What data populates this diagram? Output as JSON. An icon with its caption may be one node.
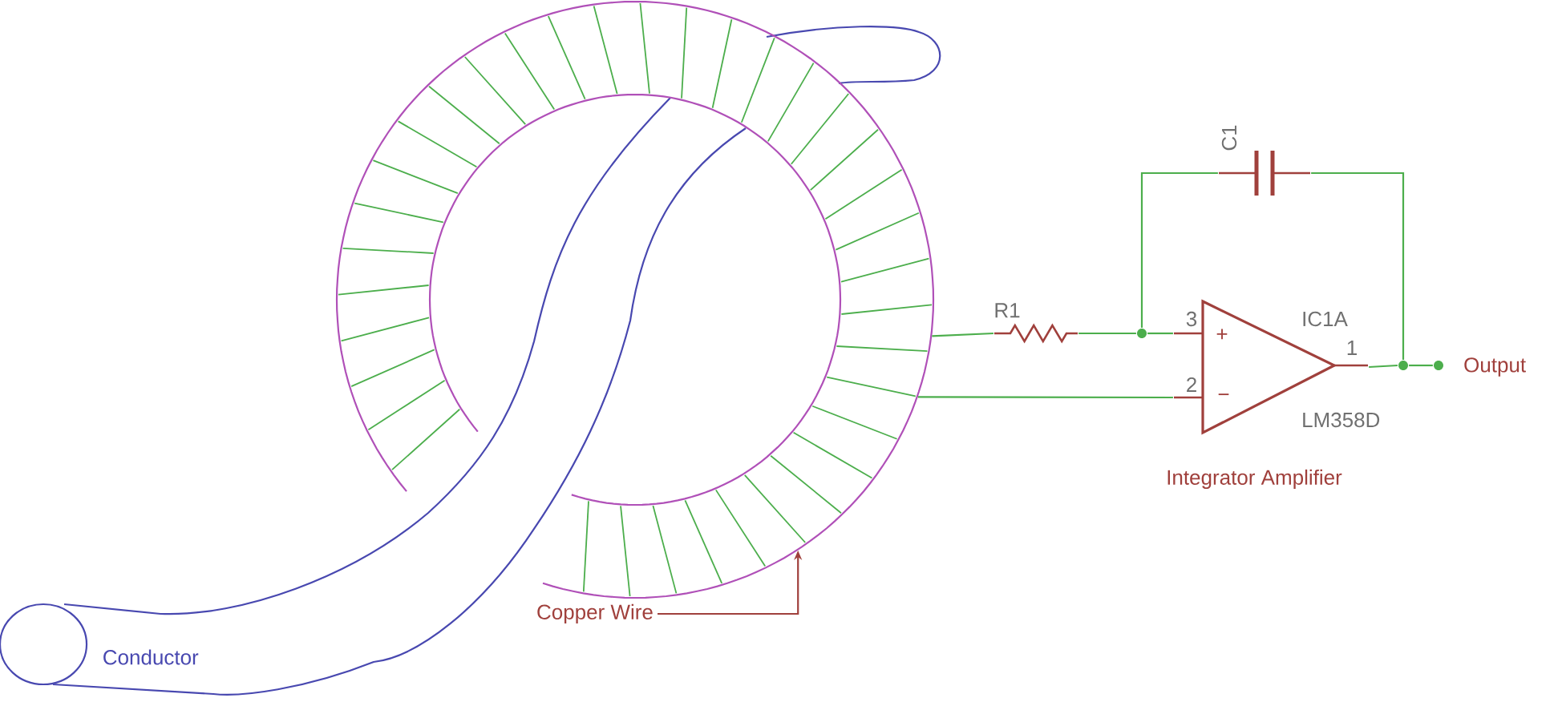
{
  "diagram": {
    "nodes": [
      {
        "text": [],
        "shape": "ring"
      },
      {
        "text": [
          "Copper Wire"
        ]
      },
      {
        "text": [],
        "shape": "resistor",
        "beside": [
          "R1"
        ]
      },
      {
        "text": [],
        "shape": "dot"
      },
      {
        "text": [],
        "shape": "capacitor",
        "beside": [
          "C1"
        ]
      },
      {
        "text": [],
        "shape": "triangle",
        "beside": [
          "IC1A",
          "LM358D",
          "Integrator Amplifier"
        ]
      },
      {
        "text": [],
        "shape": "dot"
      },
      {
        "text": [],
        "shape": "dot",
        "beside": [
          "Output"
        ]
      }
    ],
    "edges": [
      {
        "from": 1,
        "to": 0,
        "arrow": "to",
        "color": "#a0403c"
      },
      {
        "from": 0,
        "to": 2,
        "arrow": "none"
      },
      {
        "from": 2,
        "to": 3,
        "arrow": "none"
      },
      {
        "from": 3,
        "to": 5,
        "arrow": "none"
      },
      {
        "from": 0,
        "to": 5,
        "arrow": "none"
      },
      {
        "from": 3,
        "to": 4,
        "arrow": "none"
      },
      {
        "from": 4,
        "to": 6,
        "arrow": "none"
      },
      {
        "from": 5,
        "to": 6,
        "arrow": "none"
      },
      {
        "from": 6,
        "to": 7,
        "arrow": "none"
      }
    ],
    "labels": [
      "3",
      "+",
      "1",
      "2",
      "−",
      "Conductor"
    ]
  }
}
